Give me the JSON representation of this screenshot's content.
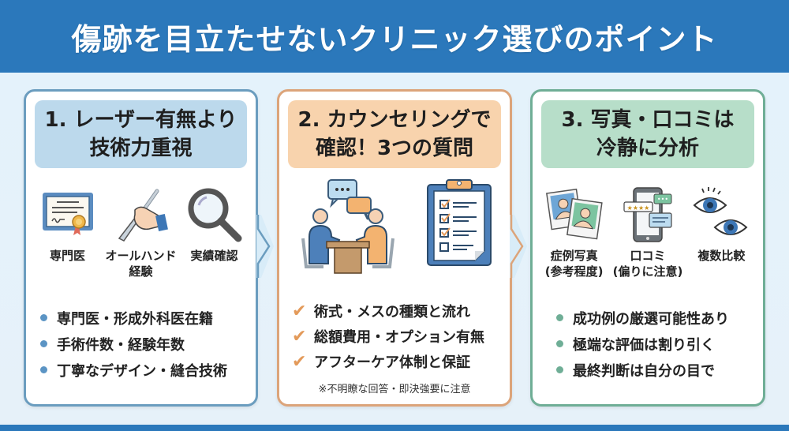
{
  "header": {
    "title": "傷跡を目立たせないクリニック選びのポイント",
    "background_color": "#2b78bb"
  },
  "cards": [
    {
      "title_line1": "1. レーザー有無より",
      "title_line2": "技術力重視",
      "accent_color": "#6b9dbf",
      "icons": [
        {
          "icon": "certificate-icon",
          "label": "専門医"
        },
        {
          "icon": "scalpel-hand-icon",
          "label": "オールハンド",
          "label2": "経験"
        },
        {
          "icon": "magnifier-icon",
          "label": "実績確認"
        }
      ],
      "bullets": [
        "専門医・形成外科医在籍",
        "手術件数・経験年数",
        "丁寧なデザイン・縫合技術"
      ]
    },
    {
      "title_line1": "2. カウンセリングで",
      "title_line2": "確認！3つの質問",
      "accent_color": "#dca47a",
      "icons": [
        {
          "icon": "consultation-icon"
        },
        {
          "icon": "clipboard-checklist-icon"
        }
      ],
      "bullets": [
        "術式・メスの種類と流れ",
        "総額費用・オプション有無",
        "アフターケア体制と保証"
      ],
      "note": "※不明瞭な回答・即決強要に注意"
    },
    {
      "title_line1": "3. 写真・口コミは",
      "title_line2": "冷静に分析",
      "accent_color": "#6fae96",
      "icons": [
        {
          "icon": "case-photos-icon",
          "label": "症例写真",
          "label2": "(参考程度)"
        },
        {
          "icon": "phone-reviews-icon",
          "label": "口コミ",
          "label2": "(偏りに注意)"
        },
        {
          "icon": "eyes-compare-icon",
          "label": "複数比較"
        }
      ],
      "bullets": [
        "成功例の厳選可能性あり",
        "極端な評価は割り引く",
        "最終判断は自分の目で"
      ]
    }
  ],
  "check_glyph": "✔"
}
